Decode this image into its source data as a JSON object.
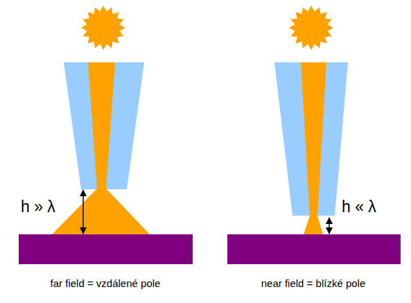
{
  "diagram": {
    "labels": [
      "h » λ",
      "h « λ",
      "far field = vzdálené pole",
      "near field = blízké pole"
    ]
  }
}
